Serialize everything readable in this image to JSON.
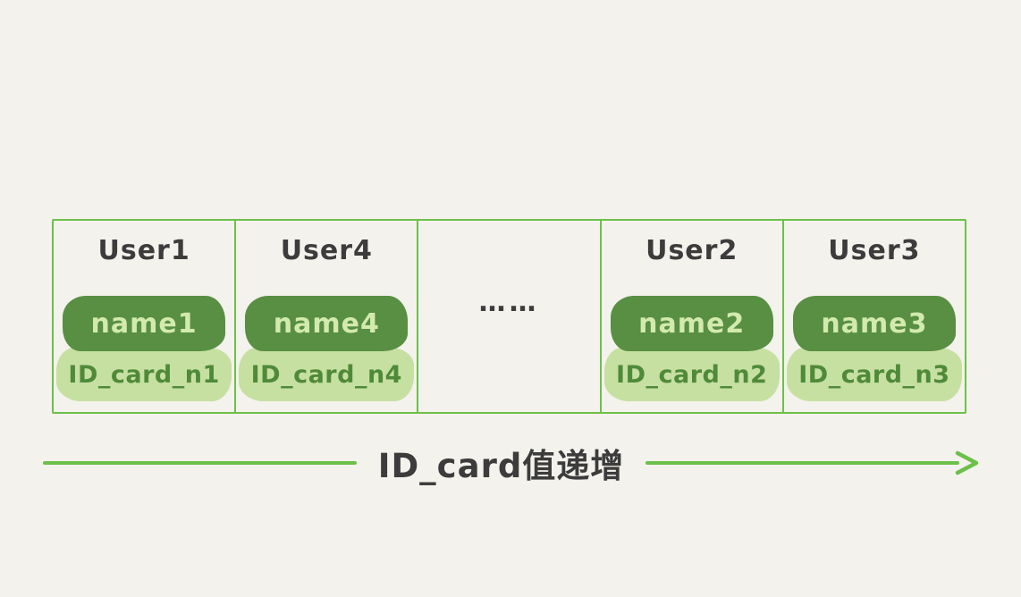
{
  "diagram": {
    "colors": {
      "bg": "#f4f2ec",
      "accent_green": "#6cc04a",
      "dark_pill": "#588f43",
      "light_pill": "#c6e0a2",
      "dark_pill_text": "#d3eaae",
      "light_pill_text": "#4f8a38",
      "ink": "#3c3c3c"
    },
    "cells": [
      {
        "type": "user",
        "title": "User1",
        "name": "name1",
        "id_card": "ID_card_n1"
      },
      {
        "type": "user",
        "title": "User4",
        "name": "name4",
        "id_card": "ID_card_n4"
      },
      {
        "type": "ellipsis",
        "label": "……"
      },
      {
        "type": "user",
        "title": "User2",
        "name": "name2",
        "id_card": "ID_card_n2"
      },
      {
        "type": "user",
        "title": "User3",
        "name": "name3",
        "id_card": "ID_card_n3"
      }
    ],
    "arrow": {
      "label": "ID_card值递增",
      "direction": "right"
    }
  }
}
